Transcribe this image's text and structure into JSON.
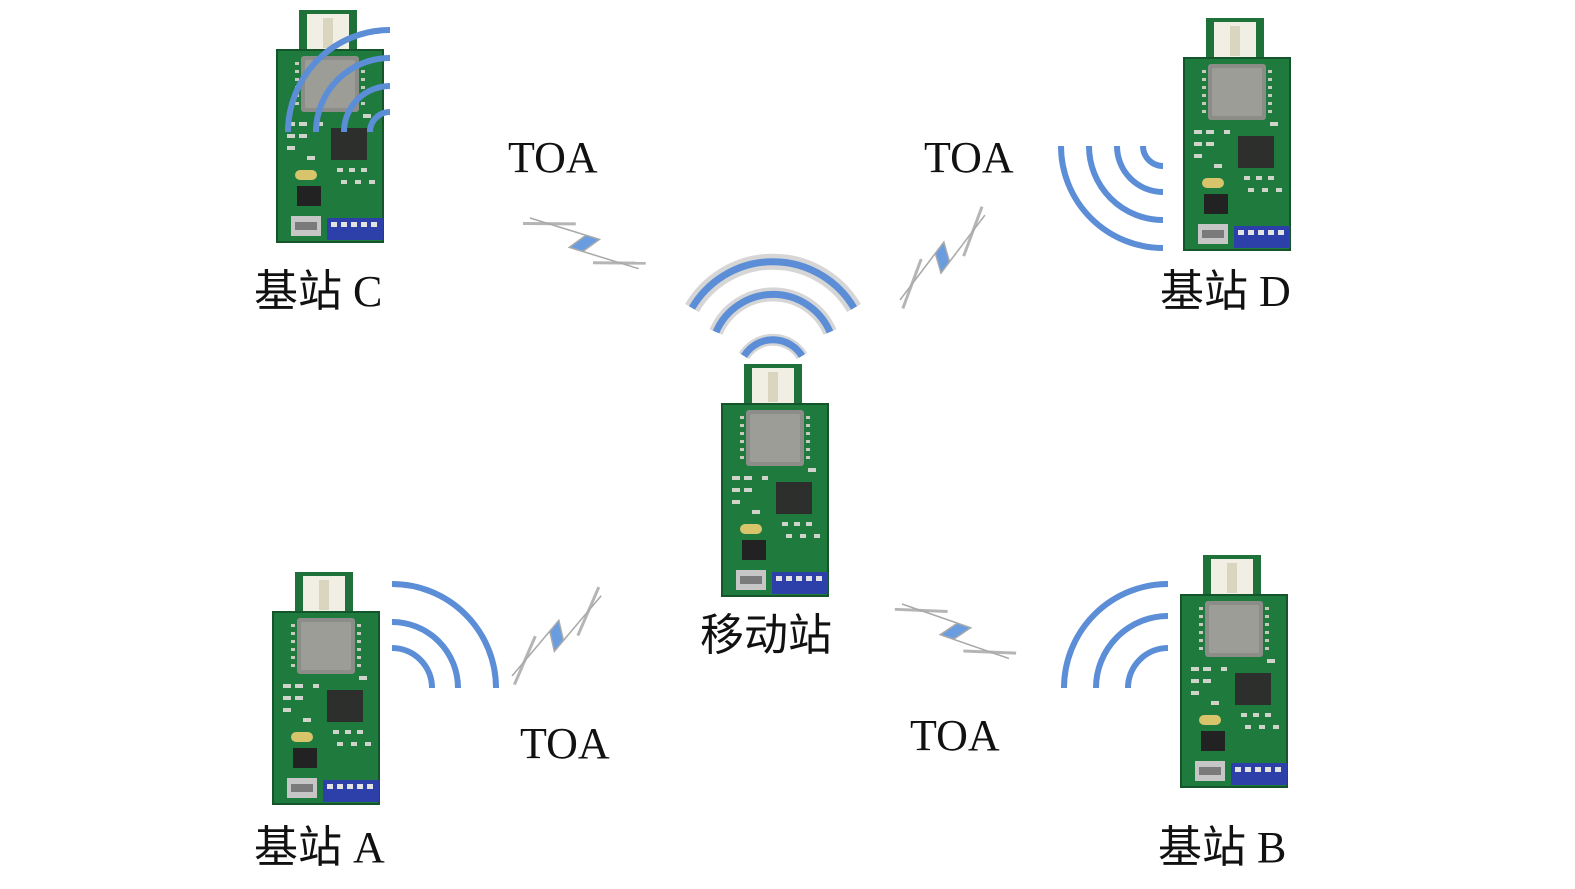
{
  "diagram": {
    "mobile_station": {
      "label": "移动站"
    },
    "base_stations": {
      "a": {
        "label": "基站 A"
      },
      "b": {
        "label": "基站 B"
      },
      "c": {
        "label": "基站 C"
      },
      "d": {
        "label": "基站 D"
      }
    },
    "links": {
      "top_left": {
        "label": "TOA"
      },
      "top_right": {
        "label": "TOA"
      },
      "bottom_left": {
        "label": "TOA"
      },
      "bottom_right": {
        "label": "TOA"
      }
    }
  },
  "colors": {
    "signal_wave": "#5b8ed6",
    "wave_glow": "#b9b9b9",
    "bolt_fill": "#6a9de0",
    "bolt_shadow": "#b5b5b5",
    "pcb_green": "#1f7a3e",
    "pcb_dark_green": "#15552b",
    "chip_gray": "#8c8c88",
    "antenna_ivory": "#f1efe3",
    "header_blue": "#2d3fa8"
  }
}
